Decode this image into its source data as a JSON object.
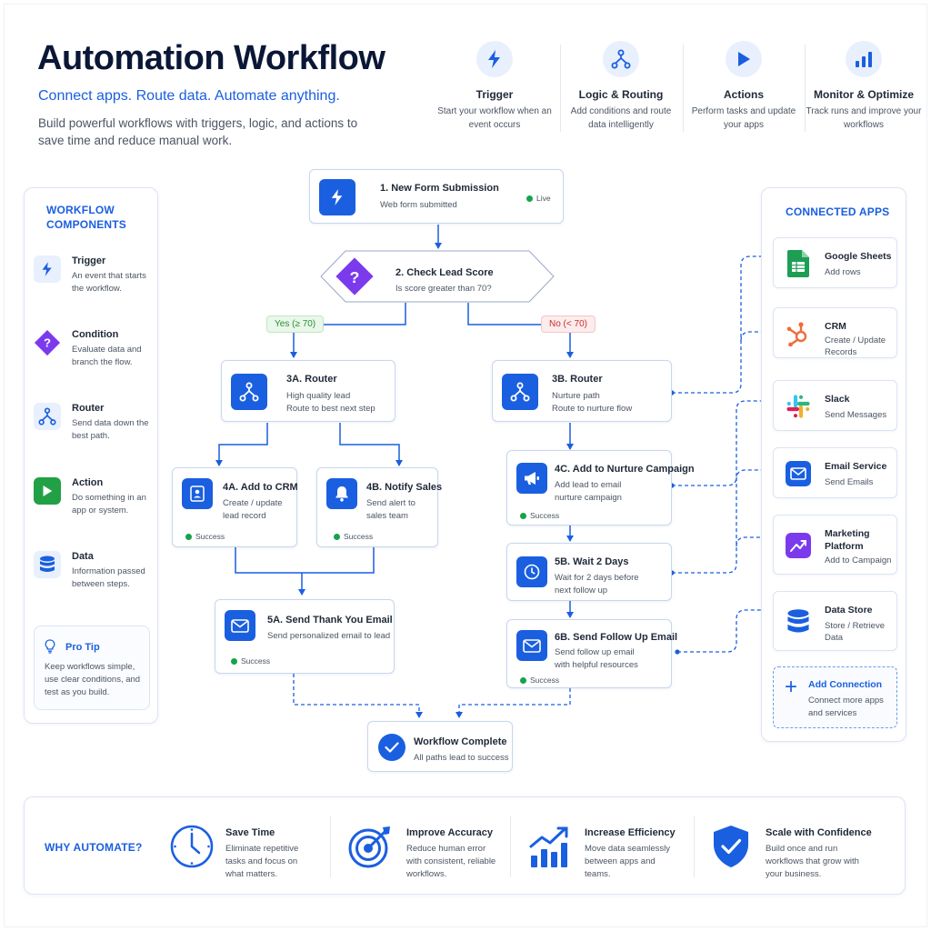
{
  "header": {
    "title": "Automation Workflow",
    "subtitle": "Connect apps. Route data. Automate anything.",
    "description": "Build powerful workflows with triggers, logic, and actions to save time and reduce manual work."
  },
  "features": [
    {
      "title": "Trigger",
      "desc": "Start your workflow when an event occurs",
      "icon": "lightning-icon"
    },
    {
      "title": "Logic & Routing",
      "desc": "Add conditions and route data intelligently",
      "icon": "router-icon"
    },
    {
      "title": "Actions",
      "desc": "Perform tasks and update your apps",
      "icon": "play-icon"
    },
    {
      "title": "Monitor & Optimize",
      "desc": "Track runs and improve your workflows",
      "icon": "bar-chart-icon"
    }
  ],
  "components": {
    "title": "WORKFLOW COMPONENTS",
    "items": [
      {
        "name": "Trigger",
        "desc": "An event that starts the workflow.",
        "icon": "lightning-icon",
        "color": "#1a5fe0"
      },
      {
        "name": "Condition",
        "desc": "Evaluate data and branch the flow.",
        "icon": "question-diamond-icon",
        "color": "#7c3aed"
      },
      {
        "name": "Router",
        "desc": "Send data down the best path.",
        "icon": "router-icon",
        "color": "#1a5fe0"
      },
      {
        "name": "Action",
        "desc": "Do something in an app or system.",
        "icon": "play-icon",
        "color": "#22a045"
      },
      {
        "name": "Data",
        "desc": "Information passed between steps.",
        "icon": "database-icon",
        "color": "#1a5fe0"
      }
    ],
    "tip_title": "Pro Tip",
    "tip_text": "Keep workflows simple, use clear conditions, and test as you build."
  },
  "flow": {
    "trigger": {
      "title": "1. New Form Submission",
      "desc": "Web form submitted",
      "status": "Live"
    },
    "condition": {
      "title": "2. Check Lead Score",
      "desc": "Is score greater than 70?"
    },
    "yes_label": "Yes (≥ 70)",
    "no_label": "No (< 70)",
    "router_a": {
      "title": "3A. Router",
      "desc1": "High quality lead",
      "desc2": "Route to best next step"
    },
    "router_b": {
      "title": "3B. Router",
      "desc1": "Nurture path",
      "desc2": "Route to nurture flow"
    },
    "crm": {
      "title": "4A. Add to CRM",
      "desc1": "Create / update",
      "desc2": "lead record",
      "status": "Success"
    },
    "notify": {
      "title": "4B. Notify Sales",
      "desc1": "Send alert to",
      "desc2": "sales team",
      "status": "Success"
    },
    "nurture": {
      "title": "4C. Add to Nurture Campaign",
      "desc1": "Add lead to email",
      "desc2": "nurture campaign",
      "status": "Success"
    },
    "thanks": {
      "title": "5A. Send Thank You Email",
      "desc": "Send personalized email to lead",
      "status": "Success"
    },
    "wait": {
      "title": "5B. Wait 2 Days",
      "desc1": "Wait for 2 days before",
      "desc2": "next follow up"
    },
    "followup": {
      "title": "6B. Send Follow Up Email",
      "desc1": "Send follow up email",
      "desc2": "with helpful resources",
      "status": "Success"
    },
    "complete": {
      "title": "Workflow Complete",
      "desc": "All paths lead to success"
    }
  },
  "apps": {
    "title": "CONNECTED APPS",
    "items": [
      {
        "name": "Google Sheets",
        "desc": "Add rows",
        "icon": "google-sheets-icon"
      },
      {
        "name": "CRM",
        "desc": "Create / Update Records",
        "icon": "hubspot-icon"
      },
      {
        "name": "Slack",
        "desc": "Send Messages",
        "icon": "slack-icon"
      },
      {
        "name": "Email Service",
        "desc": "Send Emails",
        "icon": "mail-icon"
      },
      {
        "name": "Marketing Platform",
        "desc": "Add to Campaign",
        "icon": "trend-icon"
      },
      {
        "name": "Data Store",
        "desc": "Store / Retrieve Data",
        "icon": "database-icon"
      }
    ],
    "add_title": "Add Connection",
    "add_desc": "Connect more apps and services"
  },
  "why": {
    "title": "WHY AUTOMATE?",
    "items": [
      {
        "name": "Save Time",
        "desc": "Eliminate repetitive tasks and focus on what matters.",
        "icon": "clock-icon"
      },
      {
        "name": "Improve Accuracy",
        "desc": "Reduce human error with consistent, reliable workflows.",
        "icon": "target-icon"
      },
      {
        "name": "Increase Efficiency",
        "desc": "Move data seamlessly between apps and teams.",
        "icon": "growth-chart-icon"
      },
      {
        "name": "Scale with Confidence",
        "desc": "Build once and run workflows that grow with your business.",
        "icon": "shield-check-icon"
      }
    ]
  },
  "colors": {
    "primary": "#1a5fe0",
    "purple": "#7c3aed",
    "green": "#22a045",
    "navy": "#0b1736"
  }
}
